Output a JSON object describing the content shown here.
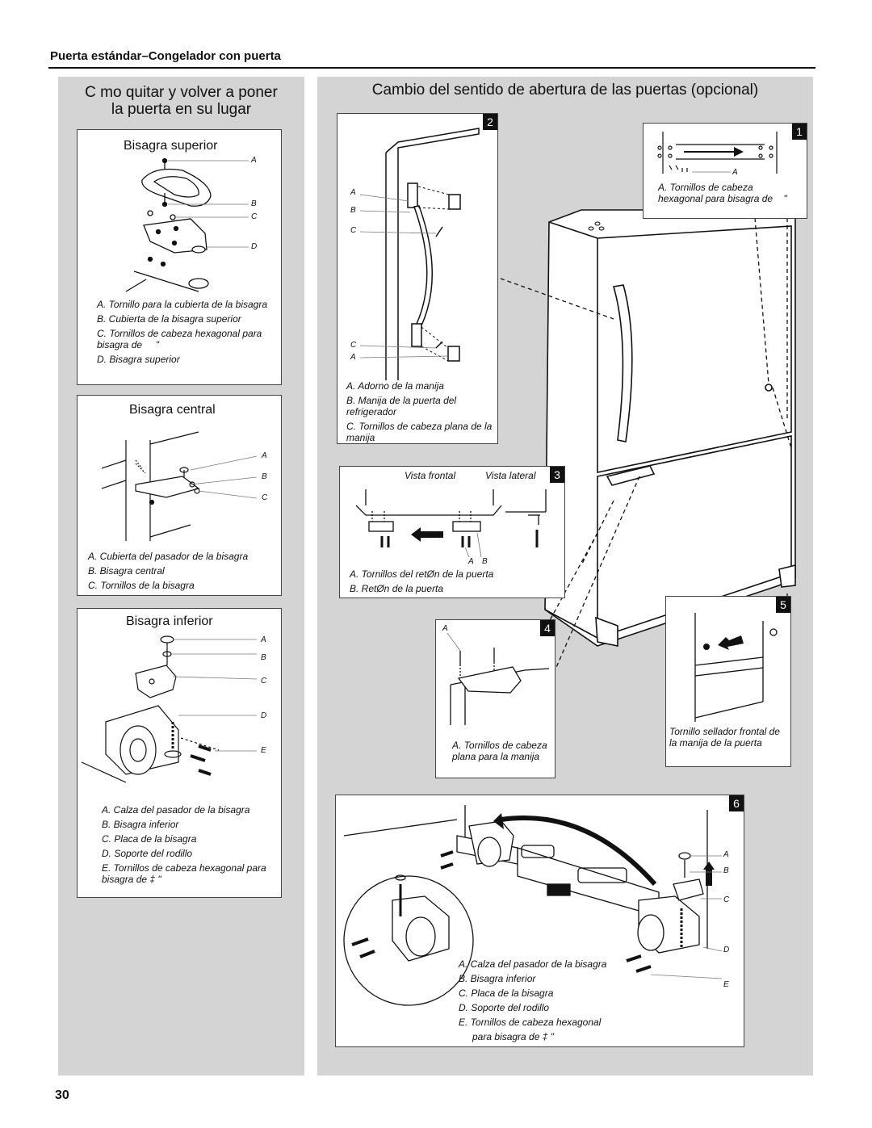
{
  "header": "Puerta estándar–Congelador con puerta",
  "page_number": "30",
  "left": {
    "title_line1": "C mo quitar y volver a poner",
    "title_line2": "la puerta en su lugar",
    "top_hinge": {
      "title": "Bisagra superior",
      "letters": [
        "A",
        "B",
        "C",
        "D"
      ],
      "captions": {
        "a": "A. Tornillo para la cubierta de la bisagra",
        "b": "B. Cubierta de la bisagra superior",
        "c": "C. Tornillos de cabeza hexagonal para bisagra de     \"",
        "d": "D. Bisagra superior"
      }
    },
    "center_hinge": {
      "title": "Bisagra central",
      "letters": [
        "A",
        "B",
        "C"
      ],
      "captions": {
        "a": "A. Cubierta del pasador de la bisagra",
        "b": "B. Bisagra central",
        "c": "C. Tornillos de la bisagra"
      }
    },
    "bottom_hinge": {
      "title": "Bisagra inferior",
      "letters": [
        "A",
        "B",
        "C",
        "D",
        "E"
      ],
      "captions": {
        "a": "A. Calza del pasador de la bisagra",
        "b": "B. Bisagra inferior",
        "c": "C. Placa de la bisagra",
        "d": "D. Soporte del rodillo",
        "e": "E. Tornillos de cabeza hexagonal para bisagra de ‡ \""
      }
    }
  },
  "right": {
    "title": "Cambio del sentido de abertura de las puertas (opcional)",
    "step1": {
      "num": "1",
      "letter": "A",
      "caption": "A. Tornillos de cabeza hexagonal para bisagra de    \""
    },
    "step2": {
      "num": "2",
      "letters_top": [
        "A",
        "B",
        "C"
      ],
      "letters_bottom": [
        "C",
        "A"
      ],
      "captions": {
        "a": "A. Adorno de la manija",
        "b": "B. Manija de la puerta del refrigerador",
        "c": "C. Tornillos de cabeza plana de la manija"
      }
    },
    "step3": {
      "num": "3",
      "view_front": "Vista frontal",
      "view_side": "Vista lateral",
      "letters": [
        "A",
        "B"
      ],
      "captions": {
        "a": "A. Tornillos del retØn de la puerta",
        "b": "B. RetØn de la puerta"
      }
    },
    "step4": {
      "num": "4",
      "letter": "A",
      "caption": "A. Tornillos de cabeza plana para la manija"
    },
    "step5": {
      "num": "5",
      "caption": "Tornillo sellador frontal de la manija de la puerta"
    },
    "step6": {
      "num": "6",
      "letters": [
        "A",
        "B",
        "C",
        "D",
        "E"
      ],
      "captions": {
        "a": "A. Calza del pasador de la bisagra",
        "b": "B. Bisagra inferior",
        "c": "C. Placa de la bisagra",
        "d": "D. Soporte del rodillo",
        "e": "E. Tornillos de cabeza hexagonal",
        "e2": "para bisagra de ‡ \""
      }
    }
  }
}
